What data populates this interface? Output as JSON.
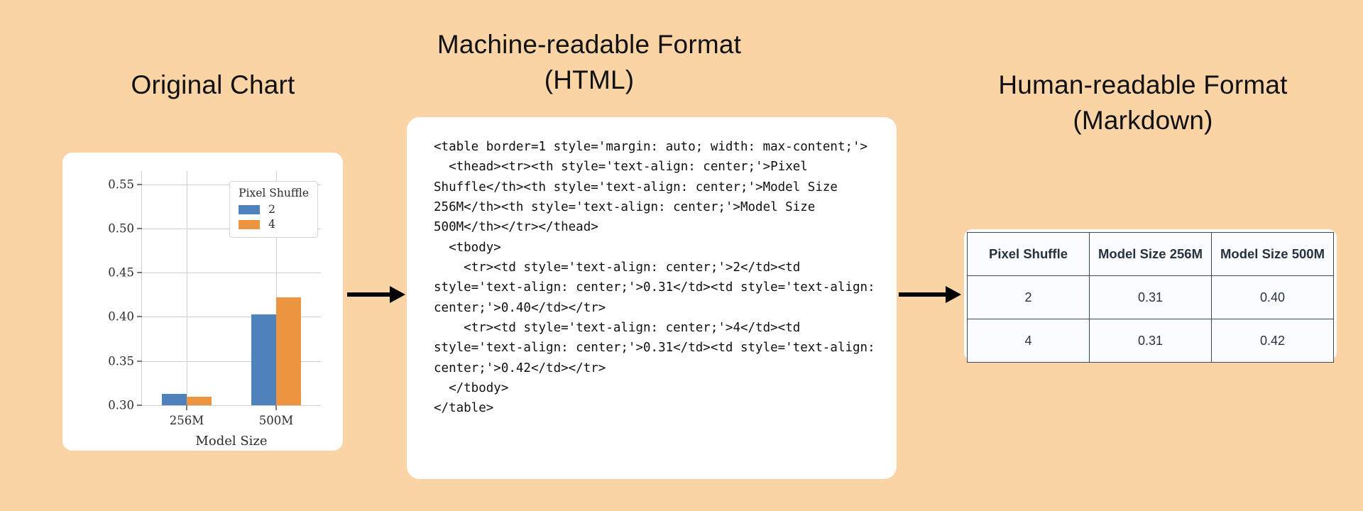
{
  "canvas": {
    "background_color": "#FBD4A6",
    "card_color": "#FFFFFF"
  },
  "headings": {
    "original": "Original Chart",
    "machine": "Machine-readable Format\n(HTML)",
    "human": "Human-readable Format\n(Markdown)"
  },
  "arrows": {
    "first": "arrow-right",
    "second": "arrow-right",
    "color": "#000000"
  },
  "chart_data": {
    "type": "bar",
    "title": "",
    "categories": [
      "256M",
      "500M"
    ],
    "series": [
      {
        "name": "2",
        "values": [
          0.313,
          0.403
        ],
        "color": "#4f81bd"
      },
      {
        "name": "4",
        "values": [
          0.31,
          0.422
        ],
        "color": "#ed9440"
      }
    ],
    "xlabel": "Model Size",
    "ylabel": "",
    "ylim": [
      0.3,
      0.565
    ],
    "yticks": [
      0.3,
      0.35,
      0.4,
      0.45,
      0.5,
      0.55
    ],
    "ytick_labels": [
      "0.30",
      "0.35",
      "0.40",
      "0.45",
      "0.50",
      "0.55"
    ],
    "grid": true,
    "legend": {
      "title": "Pixel Shuffle",
      "position": "upper-right",
      "entries": [
        {
          "label": "2",
          "color": "#4f81bd"
        },
        {
          "label": "4",
          "color": "#ed9440"
        }
      ]
    }
  },
  "code_panel": {
    "language": "html",
    "source": "<table border=1 style='margin: auto; width: max-content;'>\n  <thead><tr><th style='text-align: center;'>Pixel Shuffle</th><th style='text-align: center;'>Model Size 256M</th><th style='text-align: center;'>Model Size 500M</th></tr></thead>\n  <tbody>\n    <tr><td style='text-align: center;'>2</td><td style='text-align: center;'>0.31</td><td style='text-align: center;'>0.40</td></tr>\n    <tr><td style='text-align: center;'>4</td><td style='text-align: center;'>0.31</td><td style='text-align: center;'>0.42</td></tr>\n  </tbody>\n</table>"
  },
  "markdown_table": {
    "headers": [
      "Pixel Shuffle",
      "Model Size 256M",
      "Model Size 500M"
    ],
    "rows": [
      [
        "2",
        "0.31",
        "0.40"
      ],
      [
        "4",
        "0.31",
        "0.42"
      ]
    ]
  }
}
